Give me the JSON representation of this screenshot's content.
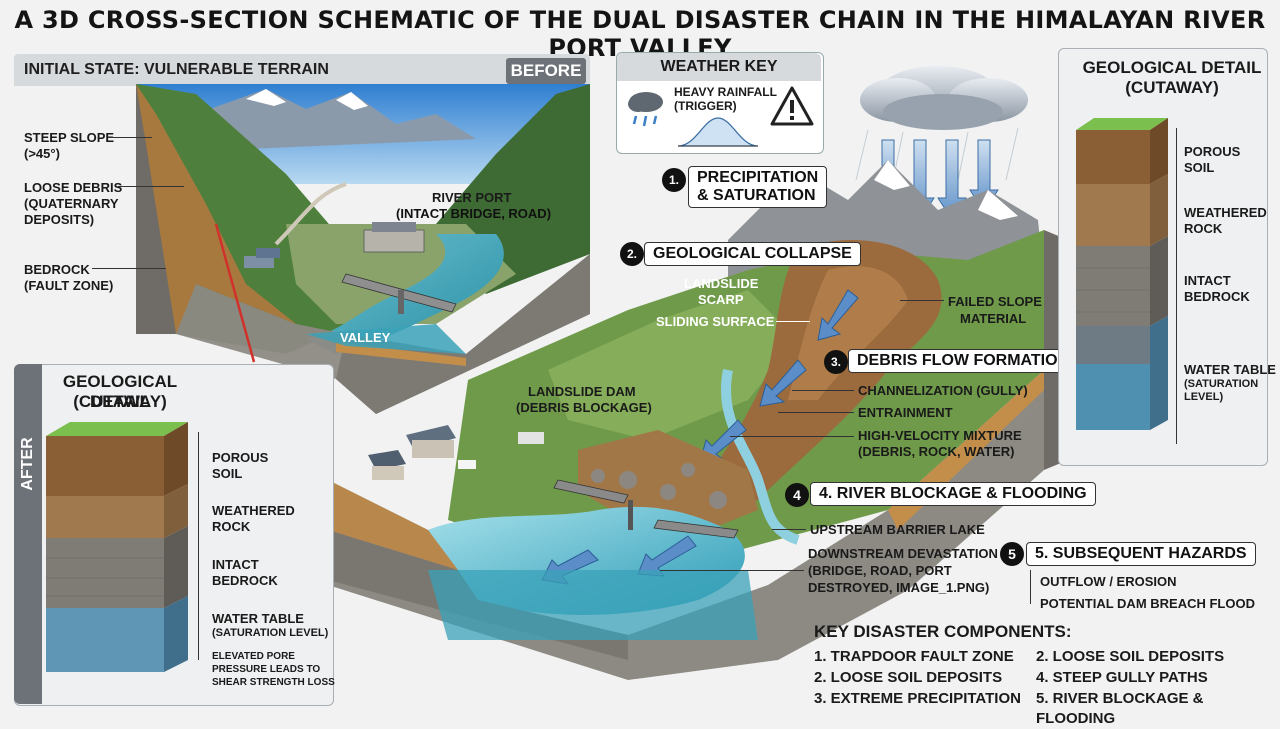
{
  "title": "A 3D CROSS-SECTION SCHEMATIC OF THE DUAL DISASTER CHAIN IN THE HIMALAYAN RIVER PORT VALLEY",
  "before_panel": {
    "header": "INITIAL STATE: VULNERABLE TERRAIN",
    "tag": "BEFORE",
    "labels": {
      "steep_slope": "STEEP SLOPE",
      "steep_slope_value": "(>45°)",
      "loose_debris_1": "LOOSE DEBRIS",
      "loose_debris_2": "(QUATERNARY",
      "loose_debris_3": "DEPOSITS)",
      "bedrock_1": "BEDROCK",
      "bedrock_2": "(FAULT ZONE)",
      "river_port_1": "RIVER PORT",
      "river_port_2": "(INTACT BRIDGE, ROAD)",
      "valley": "VALLEY"
    }
  },
  "weather_key": {
    "header": "WEATHER KEY",
    "item_1": "HEAVY RAINFALL",
    "item_2": "(TRIGGER)"
  },
  "steps": [
    {
      "num": "1.",
      "line1": "PRECIPITATION",
      "line2": "& SATURATION"
    },
    {
      "num": "2.",
      "line1": "GEOLOGICAL COLLAPSE"
    },
    {
      "num": "3.",
      "line1": "DEBRIS FLOW FORMATION"
    },
    {
      "num": "4",
      "line1": "4. RIVER BLOCKAGE & FLOODING"
    },
    {
      "num": "5",
      "line1": "5. SUBSEQUENT HAZARDS"
    }
  ],
  "main_labels": {
    "scarp_1": "LANDSLIDE",
    "scarp_2": "SCARP",
    "sliding": "SLIDING SURFACE",
    "failed_1": "FAILED SLOPE",
    "failed_2": "MATERIAL",
    "channel": "CHANNELIZATION (GULLY)",
    "entrain": "ENTRAINMENT",
    "mix_1": "HIGH-VELOCITY MIXTURE",
    "mix_2": "(DEBRIS, ROCK, WATER)",
    "dam_1": "LANDSLIDE DAM",
    "dam_2": "(DEBRIS BLOCKAGE)",
    "barrier": "UPSTREAM BARRIER LAKE",
    "down_1": "DOWNSTREAM DEVASTATION",
    "down_2": "(BRIDGE, ROAD, PORT",
    "down_3": "DESTROYED, image_1.png)",
    "out_1": "OUTFLOW / EROSION",
    "out_2": "POTENTIAL DAM BREACH FLOOD"
  },
  "geo_right": {
    "title_1": "GEOLOGICAL DETAIL",
    "title_2": "(CUTAWAY)",
    "porous_1": "POROUS",
    "porous_2": "SOIL",
    "weathered_1": "WEATHERED",
    "weathered_2": "ROCK",
    "intact_1": "INTACT",
    "intact_2": "BEDROCK",
    "water_1": "WATER TABLE",
    "water_2": "(SATURATION",
    "water_3": "LEVEL)"
  },
  "geo_left": {
    "title_1": "GEOLOGICAL DETAIL",
    "title_2": "(CUTAWAY)",
    "tag": "AFTER",
    "porous_1": "POROUS",
    "porous_2": "SOIL",
    "weathered_1": "WEATHERED",
    "weathered_2": "ROCK",
    "intact_1": "INTACT",
    "intact_2": "BEDROCK",
    "water_1": "WATER TABLE",
    "water_2": "(SATURATION LEVEL)",
    "pore_1": "ELEVATED PORE",
    "pore_2": "PRESSURE LEADS TO",
    "pore_3": "SHEAR STRENGTH LOSS"
  },
  "components": {
    "header": "KEY DISASTER COMPONENTS:",
    "items": [
      "1. TRAPDOOR FAULT ZONE",
      "2. LOOSE SOIL DEPOSITS",
      "2. LOOSE SOIL DEPOSITS",
      "4. STEEP GULLY PATHS",
      "3. EXTREME PRECIPITATION",
      "5. RIVER BLOCKAGE & FLOODING"
    ]
  }
}
